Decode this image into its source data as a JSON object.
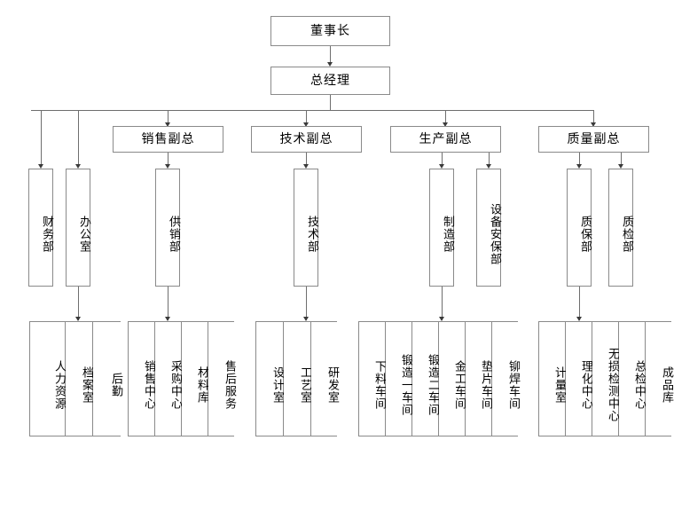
{
  "chart": {
    "title": "",
    "type": "org-chart",
    "top": {
      "chairman": "董事长",
      "general_manager": "总经理"
    },
    "vps": [
      {
        "label": "销售副总"
      },
      {
        "label": "技术副总"
      },
      {
        "label": "生产副总"
      },
      {
        "label": "质量副总"
      }
    ],
    "direct_departments": [
      {
        "label": "财务部"
      },
      {
        "label": "办公室"
      }
    ],
    "departments": [
      {
        "label": "供销部"
      },
      {
        "label": "技术部"
      },
      {
        "label": "制造部"
      },
      {
        "label": "设备安保部"
      },
      {
        "label": "质保部"
      },
      {
        "label": "质检部"
      }
    ],
    "groups": [
      {
        "name": "office-units",
        "cells": [
          "人力资源",
          "档案室",
          "后勤"
        ]
      },
      {
        "name": "sales-units",
        "cells": [
          "销售中心",
          "采购中心",
          "材料库",
          "售后服务"
        ]
      },
      {
        "name": "tech-units",
        "cells": [
          "设计室",
          "工艺室",
          "研发室"
        ]
      },
      {
        "name": "production-units",
        "cells": [
          "下料车间",
          "锻造一车间",
          "锻造二车间",
          "金工车间",
          "垫片车间",
          "铆焊车间"
        ]
      },
      {
        "name": "quality-units",
        "cells": [
          "计量室",
          "理化中心",
          "无损检测中心",
          "总检中心",
          "成品库"
        ]
      }
    ],
    "colors": {
      "border": "#8a8a8a",
      "line": "#6e6e6e",
      "arrow": "#3a3a3a",
      "background": "#ffffff",
      "text": "#000000"
    }
  }
}
